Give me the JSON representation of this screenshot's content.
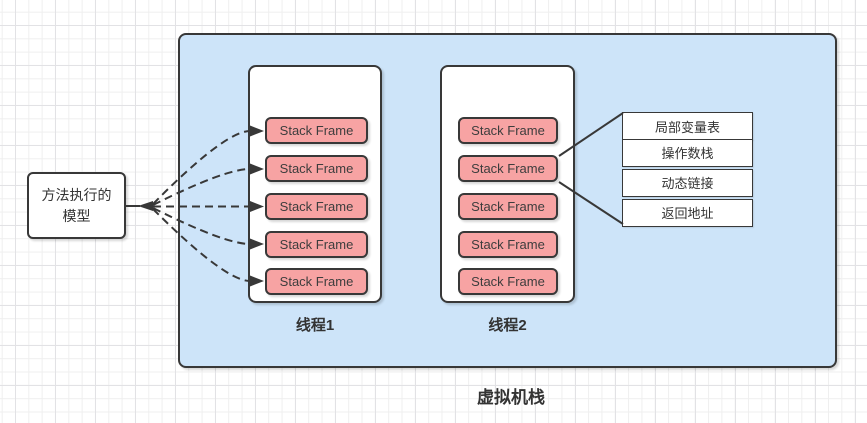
{
  "colors": {
    "container-fill": "#cde4f9",
    "frame-fill": "#f7a3a3",
    "shape-border": "#383838",
    "text": "#333333",
    "grid-minor": "#efefef",
    "grid-major": "#e2e2e5"
  },
  "left_box": {
    "label": "方法执行的模型"
  },
  "vm_stack": {
    "label": "虚拟机栈"
  },
  "threads": [
    {
      "label": "线程1",
      "frames": [
        "Stack Frame",
        "Stack Frame",
        "Stack Frame",
        "Stack Frame",
        "Stack Frame"
      ]
    },
    {
      "label": "线程2",
      "frames": [
        "Stack Frame",
        "Stack Frame",
        "Stack Frame",
        "Stack Frame",
        "Stack Frame"
      ]
    }
  ],
  "frame_structure": {
    "rows": [
      "局部变量表",
      "操作数栈",
      "动态链接",
      "返回地址"
    ]
  }
}
